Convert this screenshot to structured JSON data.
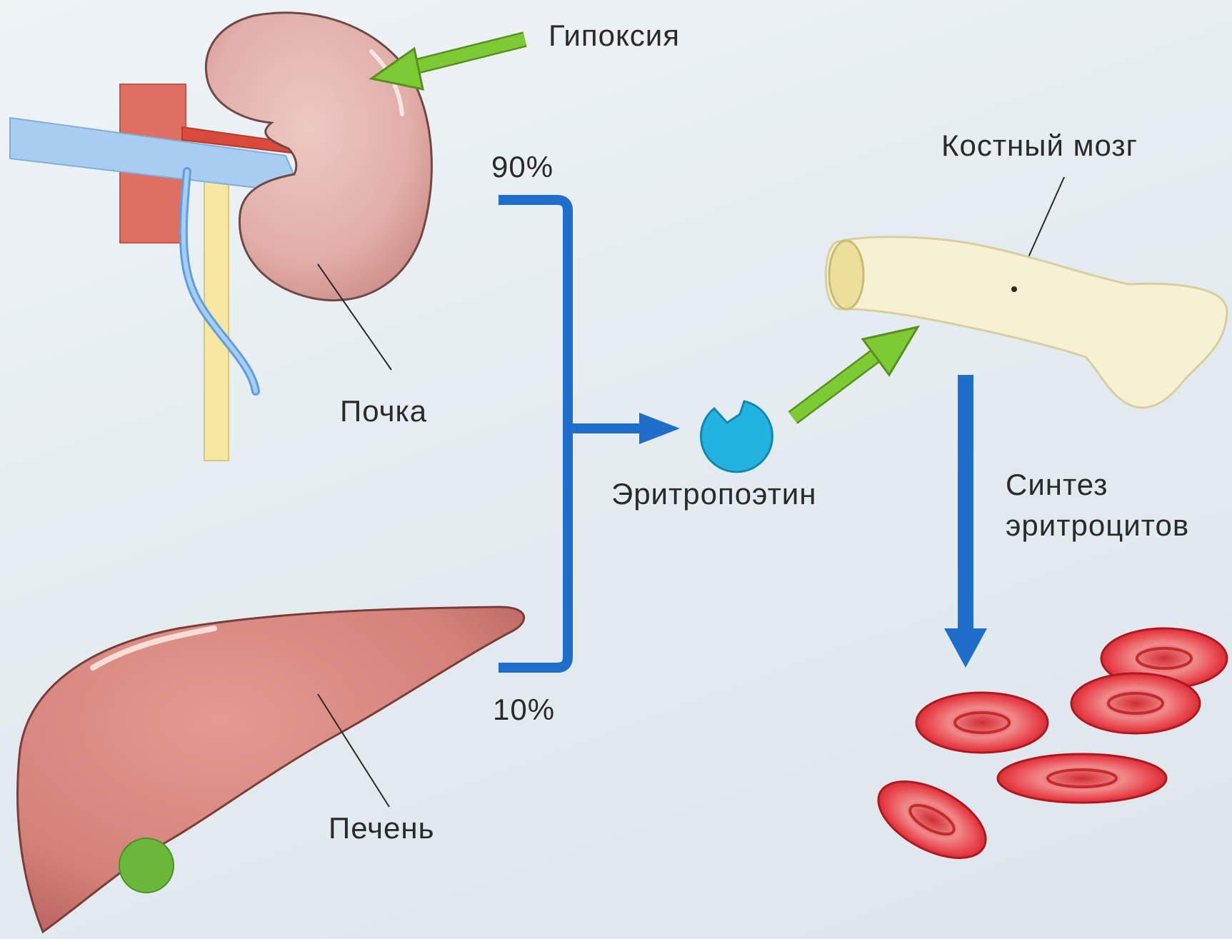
{
  "labels": {
    "hypoxia": "Гипоксия",
    "kidney": "Почка",
    "liver": "Печень",
    "bone_marrow": "Костный мозг",
    "erythropoietin": "Эритропоэтин",
    "percent_kidney": "90%",
    "percent_liver": "10%",
    "synthesis_line1": "Синтез",
    "synthesis_line2": "эритроцитов"
  },
  "colors": {
    "background": "#e6eef2",
    "flow_arrow": "#1f6ecb",
    "hypoxia_arrow": "#6abf2a",
    "kidney": "#e3b1ad",
    "liver": "#d98a80",
    "bone": "#f5f0cf",
    "erythropoietin": "#22b3e0",
    "erythrocyte": "#e0393f"
  },
  "icons": [
    "kidney-icon",
    "liver-icon",
    "bone-icon",
    "erythropoietin-icon",
    "erythrocyte-icon"
  ]
}
